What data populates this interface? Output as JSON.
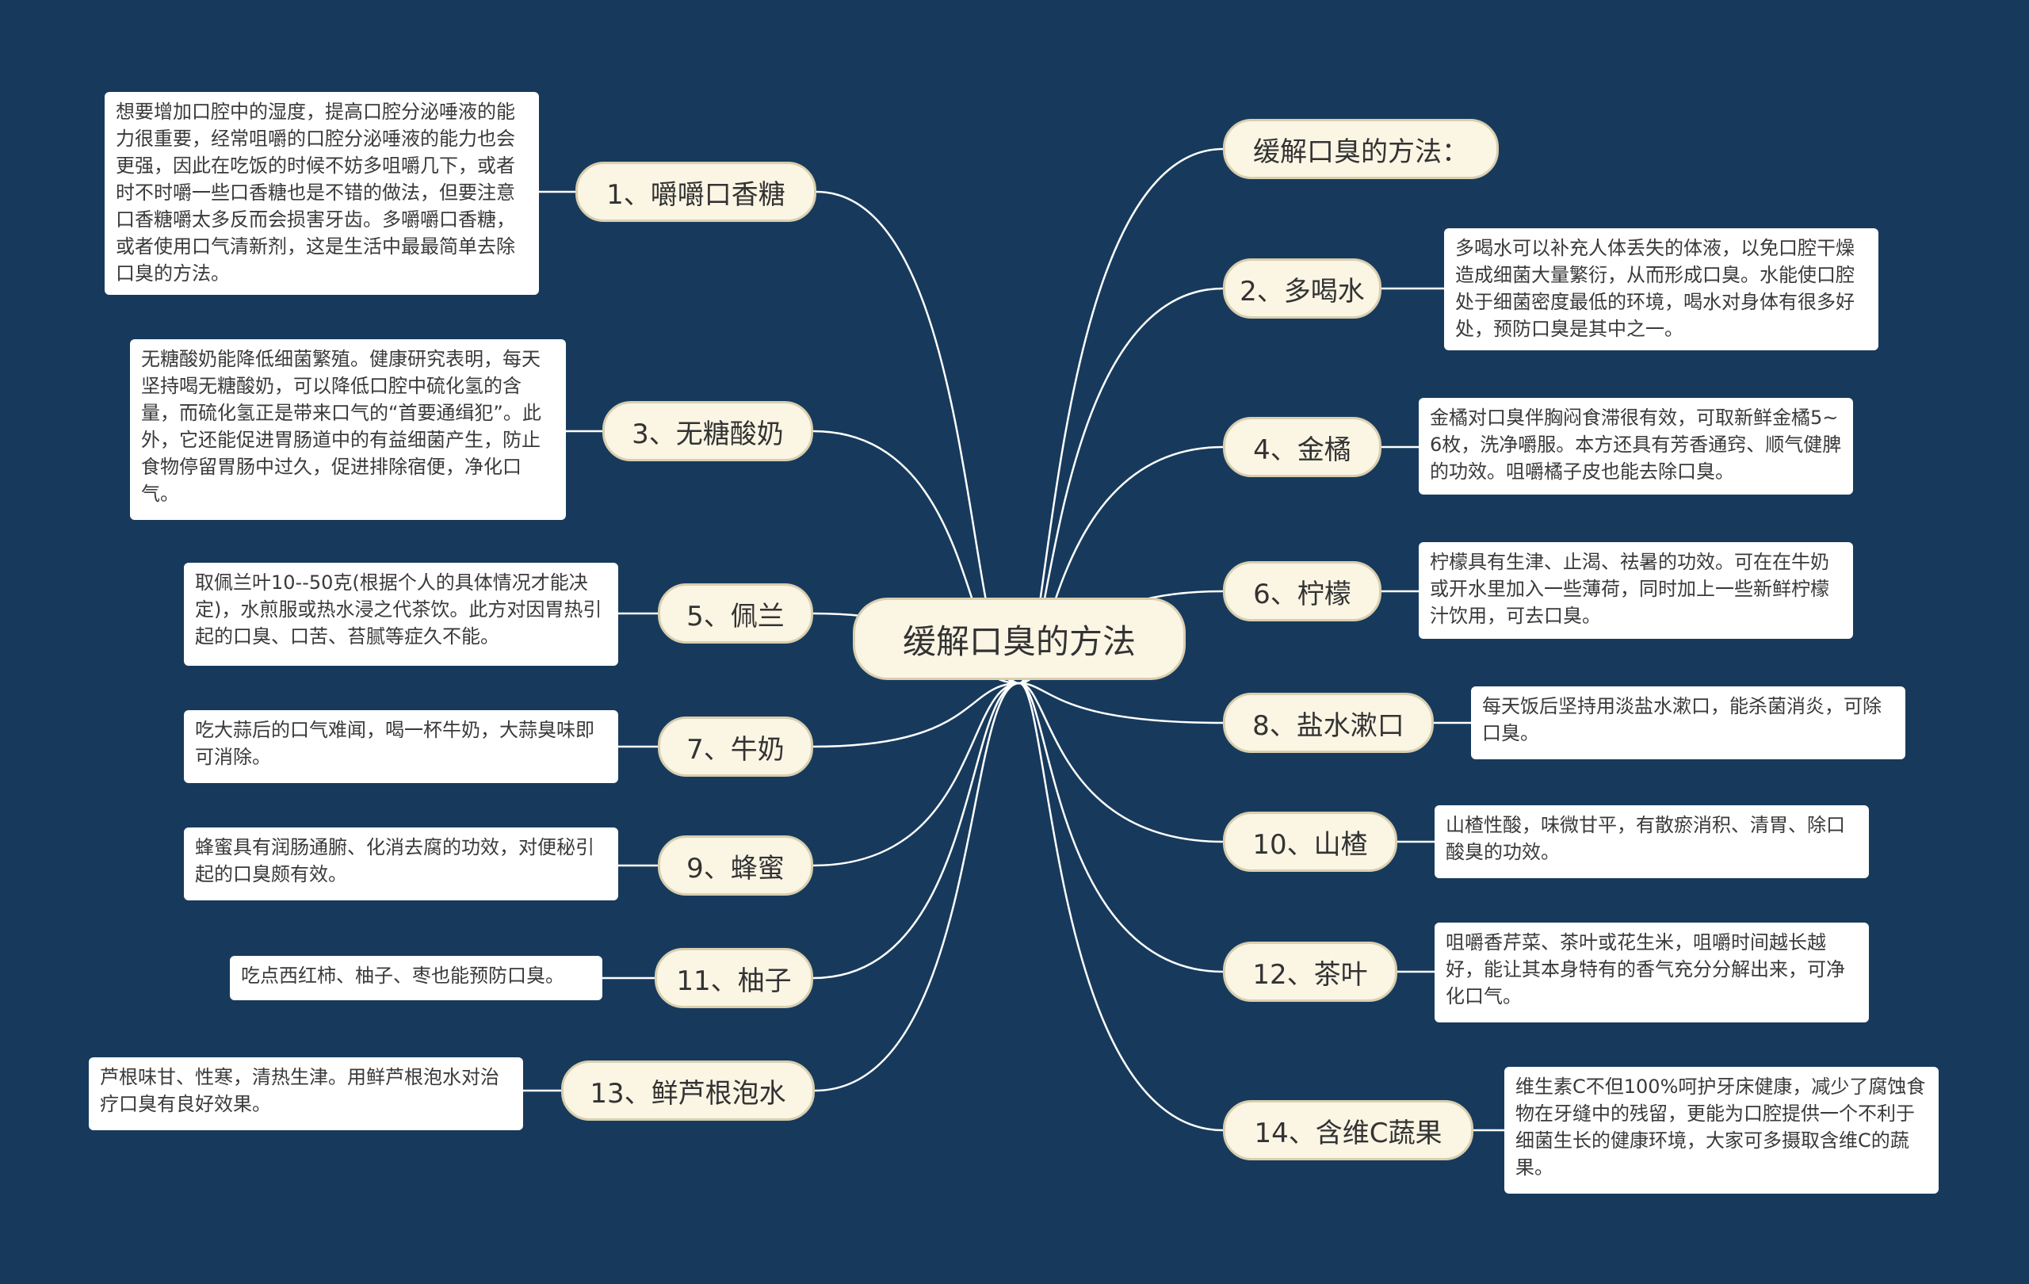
{
  "root": {
    "label": "缓解口臭的方法"
  },
  "heading": {
    "label": "缓解口臭的方法："
  },
  "left": [
    {
      "label": "1、嚼嚼口香糖",
      "detail": "想要增加口腔中的湿度，提高口腔分泌唾液的能力很重要，经常咀嚼的口腔分泌唾液的能力也会更强，因此在吃饭的时候不妨多咀嚼几下，或者时不时嚼一些口香糖也是不错的做法，但要注意口香糖嚼太多反而会损害牙齿。多嚼嚼口香糖，或者使用口气清新剂，这是生活中最最简单去除口臭的方法。"
    },
    {
      "label": "3、无糖酸奶",
      "detail": "无糖酸奶能降低细菌繁殖。健康研究表明，每天坚持喝无糖酸奶，可以降低口腔中硫化氢的含量，而硫化氢正是带来口气的“首要通缉犯”。此外，它还能促进胃肠道中的有益细菌产生，防止食物停留胃肠中过久，促进排除宿便，净化口气。"
    },
    {
      "label": "5、佩兰",
      "detail": "取佩兰叶10--50克(根据个人的具体情况才能决定)，水煎服或热水浸之代茶饮。此方对因胃热引起的口臭、口苦、苔腻等症久不能。"
    },
    {
      "label": "7、牛奶",
      "detail": "吃大蒜后的口气难闻，喝一杯牛奶，大蒜臭味即可消除。"
    },
    {
      "label": "9、蜂蜜",
      "detail": "蜂蜜具有润肠通腑、化消去腐的功效，对便秘引起的口臭颇有效。"
    },
    {
      "label": "11、柚子",
      "detail": "吃点西红柿、柚子、枣也能预防口臭。"
    },
    {
      "label": "13、鲜芦根泡水",
      "detail": "芦根味甘、性寒，清热生津。用鲜芦根泡水对治疗口臭有良好效果。"
    }
  ],
  "right": [
    {
      "label": "2、多喝水",
      "detail": "多喝水可以补充人体丢失的体液，以免口腔干燥造成细菌大量繁衍，从而形成口臭。水能使口腔处于细菌密度最低的环境，喝水对身体有很多好处，预防口臭是其中之一。"
    },
    {
      "label": "4、金橘",
      "detail": "金橘对口臭伴胸闷食滞很有效，可取新鲜金橘5~6枚，洗净嚼服。本方还具有芳香通窍、顺气健脾的功效。咀嚼橘子皮也能去除口臭。"
    },
    {
      "label": "6、柠檬",
      "detail": "柠檬具有生津、止渴、祛暑的功效。可在在牛奶或开水里加入一些薄荷，同时加上一些新鲜柠檬汁饮用，可去口臭。"
    },
    {
      "label": "8、盐水漱口",
      "detail": "每天饭后坚持用淡盐水漱口，能杀菌消炎，可除口臭。"
    },
    {
      "label": "10、山楂",
      "detail": "山楂性酸，味微甘平，有散瘀消积、清胃、除口酸臭的功效。"
    },
    {
      "label": "12、茶叶",
      "detail": "咀嚼香芹菜、茶叶或花生米，咀嚼时间越长越好，能让其本身特有的香气充分分解出来，可净化口气。"
    },
    {
      "label": "14、含维C蔬果",
      "detail": "维生素C不但100%呵护牙床健康，减少了腐蚀食物在牙缝中的残留，更能为口腔提供一个不利于细菌生长的健康环境，大家可多摄取含维C的蔬果。"
    }
  ],
  "colors": {
    "background": "#173a5c",
    "node": "#fbf5e4",
    "line": "#ffffff"
  }
}
